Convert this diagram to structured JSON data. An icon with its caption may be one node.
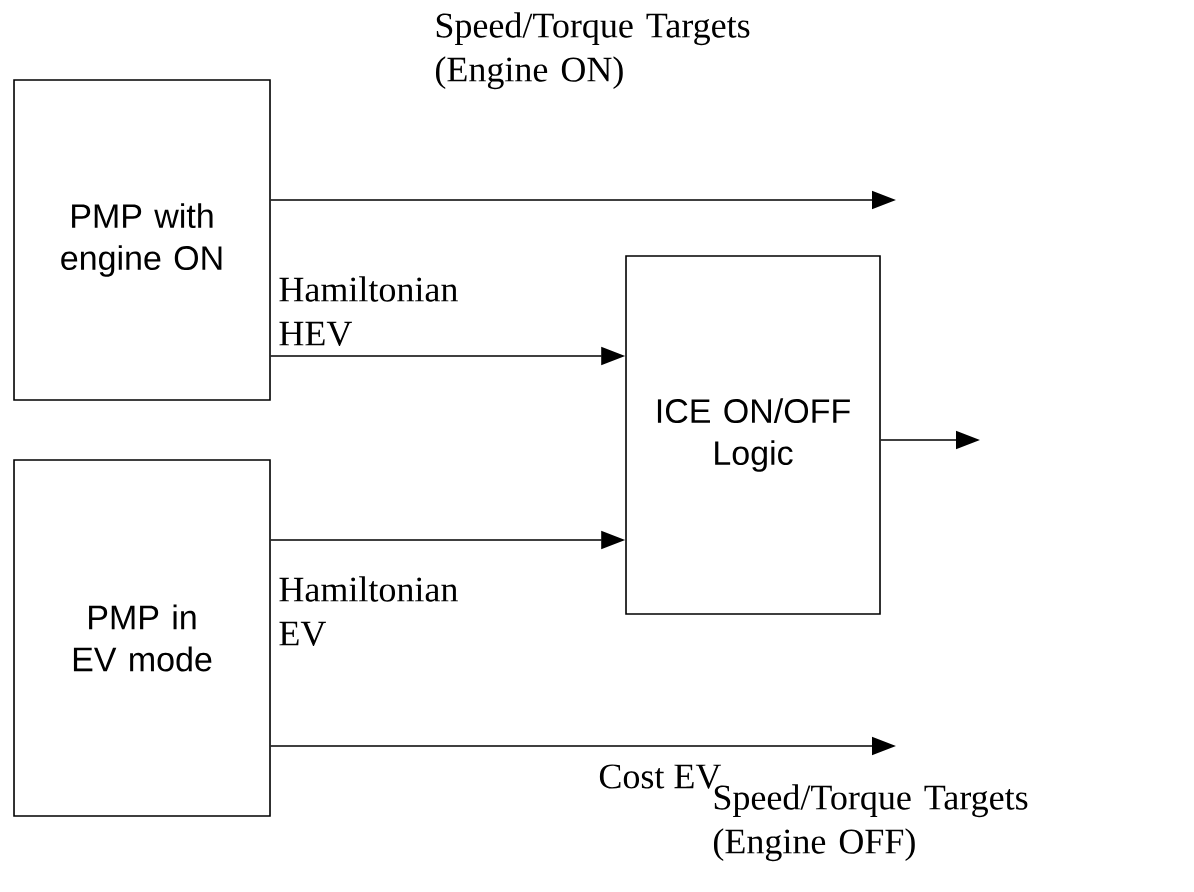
{
  "diagram": {
    "nodes": [
      {
        "text": [
          "PMP with engine ON"
        ]
      },
      {
        "text": [
          "PMP in EV mode"
        ]
      },
      {
        "text": [
          "ICE ON/OFF Logic"
        ]
      }
    ],
    "edges": [
      {
        "from": 0,
        "to": null,
        "arrow": "to",
        "label": "Speed/Torque Targets (Engine ON)"
      },
      {
        "from": 0,
        "to": 2,
        "arrow": "to",
        "label": "Hamiltonian HEV"
      },
      {
        "from": 1,
        "to": 2,
        "arrow": "to",
        "label": "Hamiltonian EV"
      },
      {
        "from": 1,
        "to": null,
        "arrow": "to",
        "label": "Cost EV"
      },
      {
        "from": 2,
        "to": null,
        "arrow": "to"
      }
    ],
    "labels": [
      "Speed/Torque Targets (Engine OFF)"
    ]
  }
}
